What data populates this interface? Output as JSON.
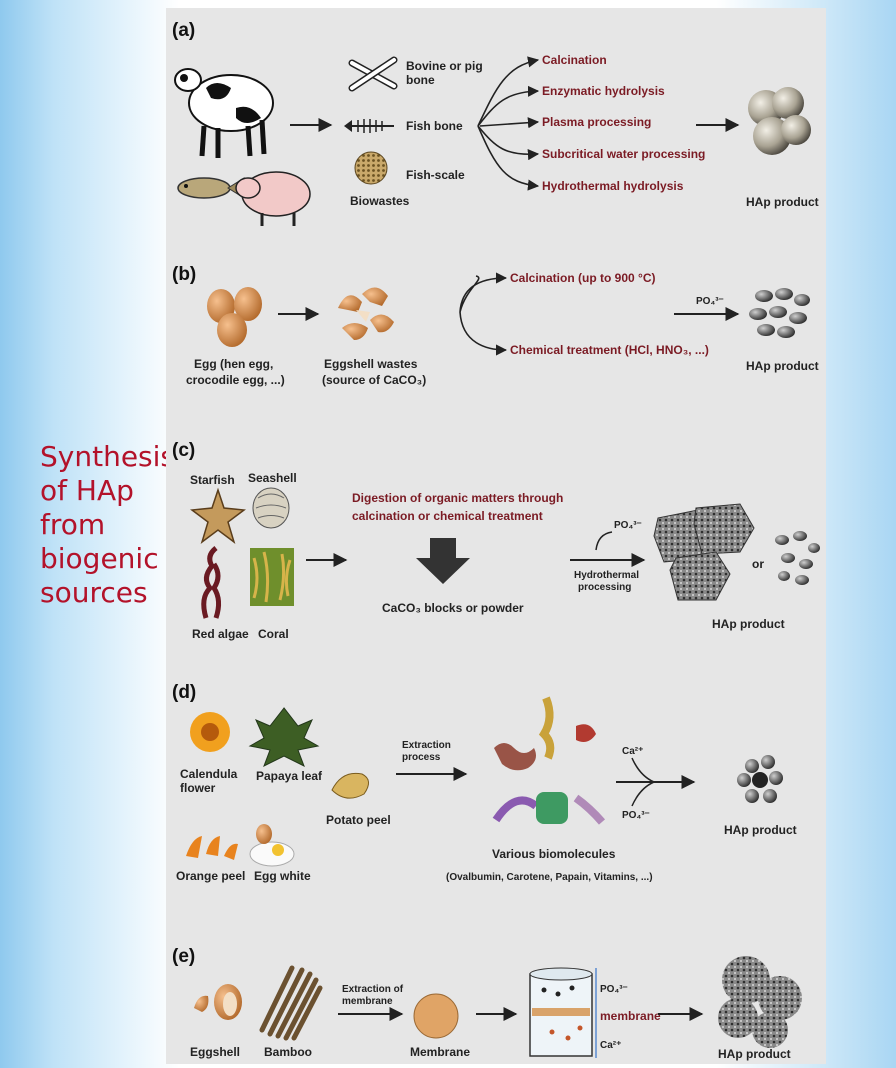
{
  "side_title": [
    "Synthesis",
    "of HAp",
    "from",
    "biogenic",
    "sources"
  ],
  "colors": {
    "title_red": "#b3122a",
    "route_red": "#7b1b24",
    "figure_bg": "#e6e6e6"
  },
  "panel_a": {
    "label": "(a)",
    "sources": [
      "Bovine or pig",
      "bone",
      "Fish bone",
      "Fish-scale"
    ],
    "group": "Biowastes",
    "routes": [
      "Calcination",
      "Enzymatic hydrolysis",
      "Plasma processing",
      "Subcritical water processing",
      "Hydrothermal hydrolysis"
    ],
    "product": "HAp product"
  },
  "panel_b": {
    "label": "(b)",
    "egg": [
      "Egg (hen egg,",
      "crocodile egg, ...)"
    ],
    "shell": [
      "Eggshell wastes",
      "(source of CaCO₃)"
    ],
    "routes": [
      "Calcination (up to 900 °C)",
      "Chemical treatment (HCl, HNO₃, ...)"
    ],
    "reagent": "PO₄³⁻",
    "product": "HAp product"
  },
  "panel_c": {
    "label": "(c)",
    "sources": [
      "Starfish",
      "Seashell",
      "Red algae",
      "Coral"
    ],
    "step": [
      "Digestion of organic matters through",
      "calcination or chemical treatment"
    ],
    "intermediate": "CaCO₃ blocks or powder",
    "reagent": "PO₄³⁻",
    "process": [
      "Hydrothermal",
      "processing"
    ],
    "or": "or",
    "product": "HAp product"
  },
  "panel_d": {
    "label": "(d)",
    "sources": [
      "Calendula",
      "flower",
      "Papaya leaf",
      "Potato peel",
      "Orange peel",
      "Egg white"
    ],
    "process": [
      "Extraction",
      "process"
    ],
    "biomolecules": "Various biomolecules",
    "biomolecules_list": "(Ovalbumin, Carotene, Papain, Vitamins, ...)",
    "reagent_top": "Ca²⁺",
    "reagent_bottom": "PO₄³⁻",
    "product": "HAp product"
  },
  "panel_e": {
    "label": "(e)",
    "sources": [
      "Eggshell",
      "Bamboo"
    ],
    "process": [
      "Extraction of",
      "membrane"
    ],
    "membrane": "Membrane",
    "cell_labels": [
      "PO₄³⁻",
      "membrane",
      "Ca²⁺"
    ],
    "product": "HAp product"
  }
}
